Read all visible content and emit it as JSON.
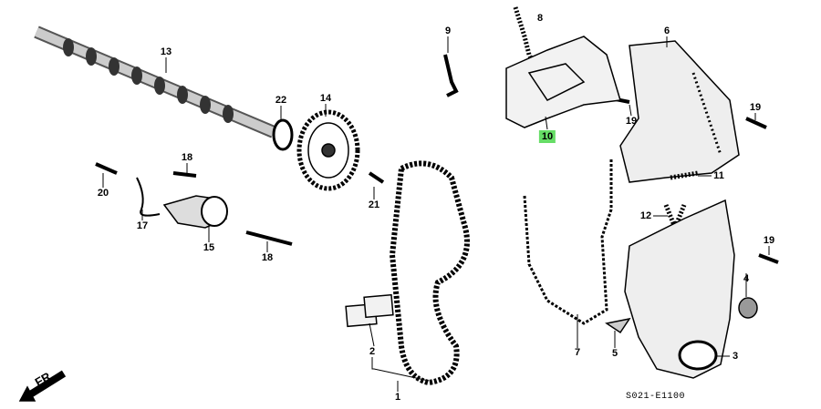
{
  "diagram": {
    "code": "S021-E1100",
    "direction_label": "FR.",
    "highlight_color": "#66dd66",
    "callouts": [
      {
        "id": "13",
        "part": "camshaft"
      },
      {
        "id": "22",
        "part": "oil-seal"
      },
      {
        "id": "14",
        "part": "camshaft-pulley"
      },
      {
        "id": "9",
        "part": "bracket"
      },
      {
        "id": "8",
        "part": "seal"
      },
      {
        "id": "6",
        "part": "upper-timing-cover"
      },
      {
        "id": "10",
        "part": "back-cover",
        "highlighted": true
      },
      {
        "id": "19",
        "part": "bolt"
      },
      {
        "id": "19",
        "part": "bolt"
      },
      {
        "id": "11",
        "part": "seal"
      },
      {
        "id": "12",
        "part": "seal"
      },
      {
        "id": "19",
        "part": "bolt"
      },
      {
        "id": "4",
        "part": "cap"
      },
      {
        "id": "3",
        "part": "lower-timing-cover"
      },
      {
        "id": "5",
        "part": "clip"
      },
      {
        "id": "7",
        "part": "gasket"
      },
      {
        "id": "1",
        "part": "timing-belt"
      },
      {
        "id": "2",
        "part": "label"
      },
      {
        "id": "18",
        "part": "bolt"
      },
      {
        "id": "20",
        "part": "sensor"
      },
      {
        "id": "17",
        "part": "spring"
      },
      {
        "id": "15",
        "part": "tensioner"
      },
      {
        "id": "21",
        "part": "switch"
      },
      {
        "id": "18",
        "part": "bolt"
      }
    ]
  }
}
